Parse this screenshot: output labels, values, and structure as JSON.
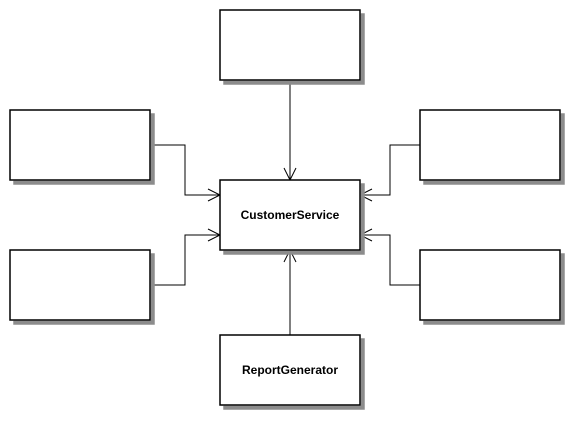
{
  "diagram": {
    "nodes": {
      "top": {
        "label": ""
      },
      "left_upper": {
        "label": ""
      },
      "left_lower": {
        "label": ""
      },
      "right_upper": {
        "label": ""
      },
      "right_lower": {
        "label": ""
      },
      "center": {
        "label": "CustomerService"
      },
      "bottom": {
        "label": "ReportGenerator"
      }
    },
    "edges": [
      {
        "from": "top",
        "to": "center"
      },
      {
        "from": "left_upper",
        "to": "center"
      },
      {
        "from": "left_lower",
        "to": "center"
      },
      {
        "from": "right_upper",
        "to": "center"
      },
      {
        "from": "right_lower",
        "to": "center"
      },
      {
        "from": "bottom",
        "to": "center"
      }
    ],
    "colors": {
      "stroke": "#000000",
      "fill": "#ffffff",
      "shadow": "#8c8c8c",
      "text": "#000000"
    }
  }
}
